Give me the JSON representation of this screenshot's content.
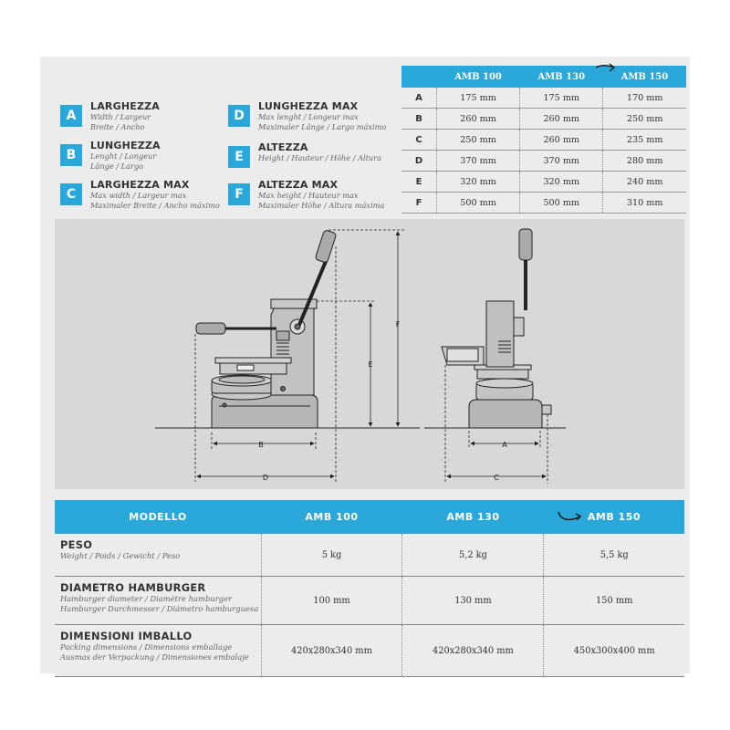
{
  "legend": [
    {
      "letter": "A",
      "title": "LARGHEZZA",
      "sub1": "Width / Largeur",
      "sub2": "Breite / Ancho"
    },
    {
      "letter": "B",
      "title": "LUNGHEZZA",
      "sub1": "Lenght / Longeur",
      "sub2": "Länge / Largo"
    },
    {
      "letter": "C",
      "title": "LARGHEZZA MAX",
      "sub1": "Max width / Largeur max",
      "sub2": "Maximaler Breite / Ancho máximo"
    },
    {
      "letter": "D",
      "title": "LUNGHEZZA MAX",
      "sub1": "Max lenght / Longeur max",
      "sub2": "Maximaler Länge / Largo máximo"
    },
    {
      "letter": "E",
      "title": "ALTEZZA",
      "sub1": "Height / Hauteur / Höhe / Altura",
      "sub2": ""
    },
    {
      "letter": "F",
      "title": "ALTEZZA MAX",
      "sub1": "Max height / Hauteur max",
      "sub2": "Maximaler Höhe / Altura máxima"
    }
  ],
  "dimensions": {
    "headers": [
      "",
      "AMB 100",
      "AMB 130",
      "AMB 150"
    ],
    "rows": [
      {
        "label": "A",
        "values": [
          "175 mm",
          "175 mm",
          "170 mm"
        ]
      },
      {
        "label": "B",
        "values": [
          "260 mm",
          "260 mm",
          "250 mm"
        ]
      },
      {
        "label": "C",
        "values": [
          "250 mm",
          "260 mm",
          "235 mm"
        ]
      },
      {
        "label": "D",
        "values": [
          "370 mm",
          "370 mm",
          "280 mm"
        ]
      },
      {
        "label": "E",
        "values": [
          "320 mm",
          "320 mm",
          "240 mm"
        ]
      },
      {
        "label": "F",
        "values": [
          "500 mm",
          "500 mm",
          "310 mm"
        ]
      }
    ]
  },
  "drawing": {
    "labels": {
      "A": "A",
      "B": "B",
      "C": "C",
      "D": "D",
      "E": "E",
      "F": "F"
    }
  },
  "specs": {
    "header_model": "MODELLO",
    "models": [
      "AMB 100",
      "AMB 130",
      "AMB 150"
    ],
    "rows": [
      {
        "title": "PESO",
        "subs": [
          "Weight / Poids / Gewicht / Peso"
        ],
        "values": [
          "5 kg",
          "5,2 kg",
          "5,5 kg"
        ]
      },
      {
        "title": "DIAMETRO HAMBURGER",
        "subs": [
          "Hamburger diameter / Diamètre hamburger",
          "Hamburger Durchmesser / Diámetro hamburguesa"
        ],
        "values": [
          "100 mm",
          "130 mm",
          "150 mm"
        ]
      },
      {
        "title": "DIMENSIONI IMBALLO",
        "subs": [
          "Packing dimensions / Dimensions emballage",
          "Ausmas der Verpackung / Dimensiones embalaje"
        ],
        "values": [
          "420x280x340 mm",
          "420x280x340 mm",
          "450x300x400 mm"
        ]
      }
    ]
  },
  "colors": {
    "accent": "#29a8d9",
    "panel": "#ececec",
    "drawing_bg": "#d8d8d8"
  }
}
